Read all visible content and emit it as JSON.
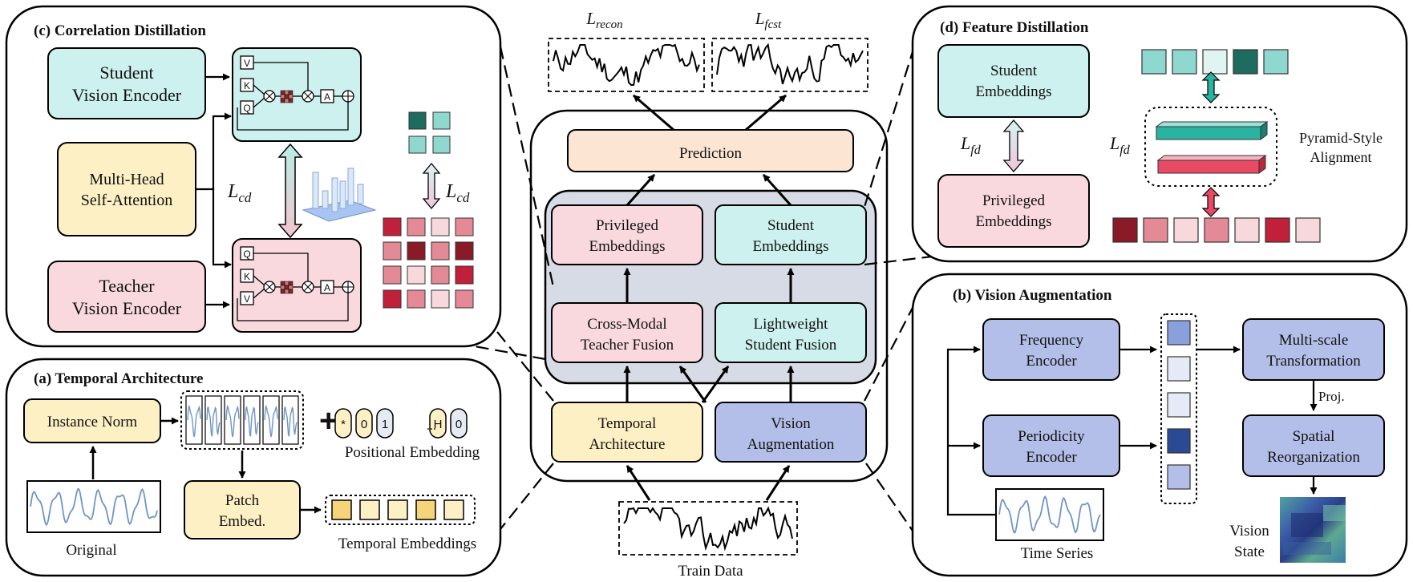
{
  "colors": {
    "yellow": "#fdf0c4",
    "pink": "#f9d9de",
    "teal": "#cdf1ee",
    "blue": "#b3bfe8",
    "peach": "#fde5d3",
    "gray": "#d6dbe5",
    "teal_dark": "#1e6b60",
    "teal_mid": "#8fd8d0",
    "teal_light": "#e0f4f1",
    "red_dark": "#8b1a28",
    "red": "#c0203a",
    "red_mid": "#e48a96",
    "red_light": "#f7d8dc",
    "series": "#6f95c6"
  },
  "center": {
    "loss_recon_base": "L",
    "loss_recon_sub": "recon",
    "loss_fcst_base": "L",
    "loss_fcst_sub": "fcst",
    "prediction": "Prediction",
    "privileged_embeddings": [
      "Privileged",
      "Embeddings"
    ],
    "student_embeddings": [
      "Student",
      "Embeddings"
    ],
    "cross_modal": [
      "Cross-Modal",
      "Teacher Fusion"
    ],
    "lightweight": [
      "Lightweight",
      "Student Fusion"
    ],
    "temporal_arch": [
      "Temporal",
      "Architecture"
    ],
    "vision_aug": [
      "Vision",
      "Augmentation"
    ],
    "train_data": "Train Data"
  },
  "panel_c": {
    "title": "(c) Correlation Distillation",
    "student_encoder": [
      "Student",
      "Vision Encoder"
    ],
    "multihead": [
      "Multi-Head",
      "Self-Attention"
    ],
    "teacher_encoder": [
      "Teacher",
      "Vision Encoder"
    ],
    "loss_base": "L",
    "loss_sub": "cd",
    "attn_top": [
      "V",
      "K",
      "Q",
      "A"
    ],
    "attn_bottom": [
      "Q",
      "K",
      "V",
      "A"
    ]
  },
  "panel_d": {
    "title": "(d) Feature Distillation",
    "student": [
      "Student",
      "Embeddings"
    ],
    "privileged": [
      "Privileged",
      "Embeddings"
    ],
    "loss_base": "L",
    "loss_sub": "fd",
    "pyramid": [
      "Pyramid-Style",
      "Alignment"
    ]
  },
  "panel_a": {
    "title": "(a) Temporal Architecture",
    "instance_norm": "Instance Norm",
    "patch_embed": [
      "Patch",
      "Embed."
    ],
    "original": "Original",
    "positional": "Positional  Embedding",
    "temporal_emb": "Temporal Embeddings",
    "tokens": [
      "*",
      "0",
      "1",
      "H",
      "0"
    ],
    "ellipsis": "..."
  },
  "panel_b": {
    "title": "(b) Vision Augmentation",
    "frequency": [
      "Frequency",
      "Encoder"
    ],
    "periodicity": [
      "Periodicity",
      "Encoder"
    ],
    "multiscale": [
      "Multi-scale",
      "Transformation"
    ],
    "spatial": [
      "Spatial",
      "Reorganization"
    ],
    "proj": "Proj.",
    "time_series": "Time Series",
    "vision_state": [
      "Vision",
      "State"
    ]
  }
}
